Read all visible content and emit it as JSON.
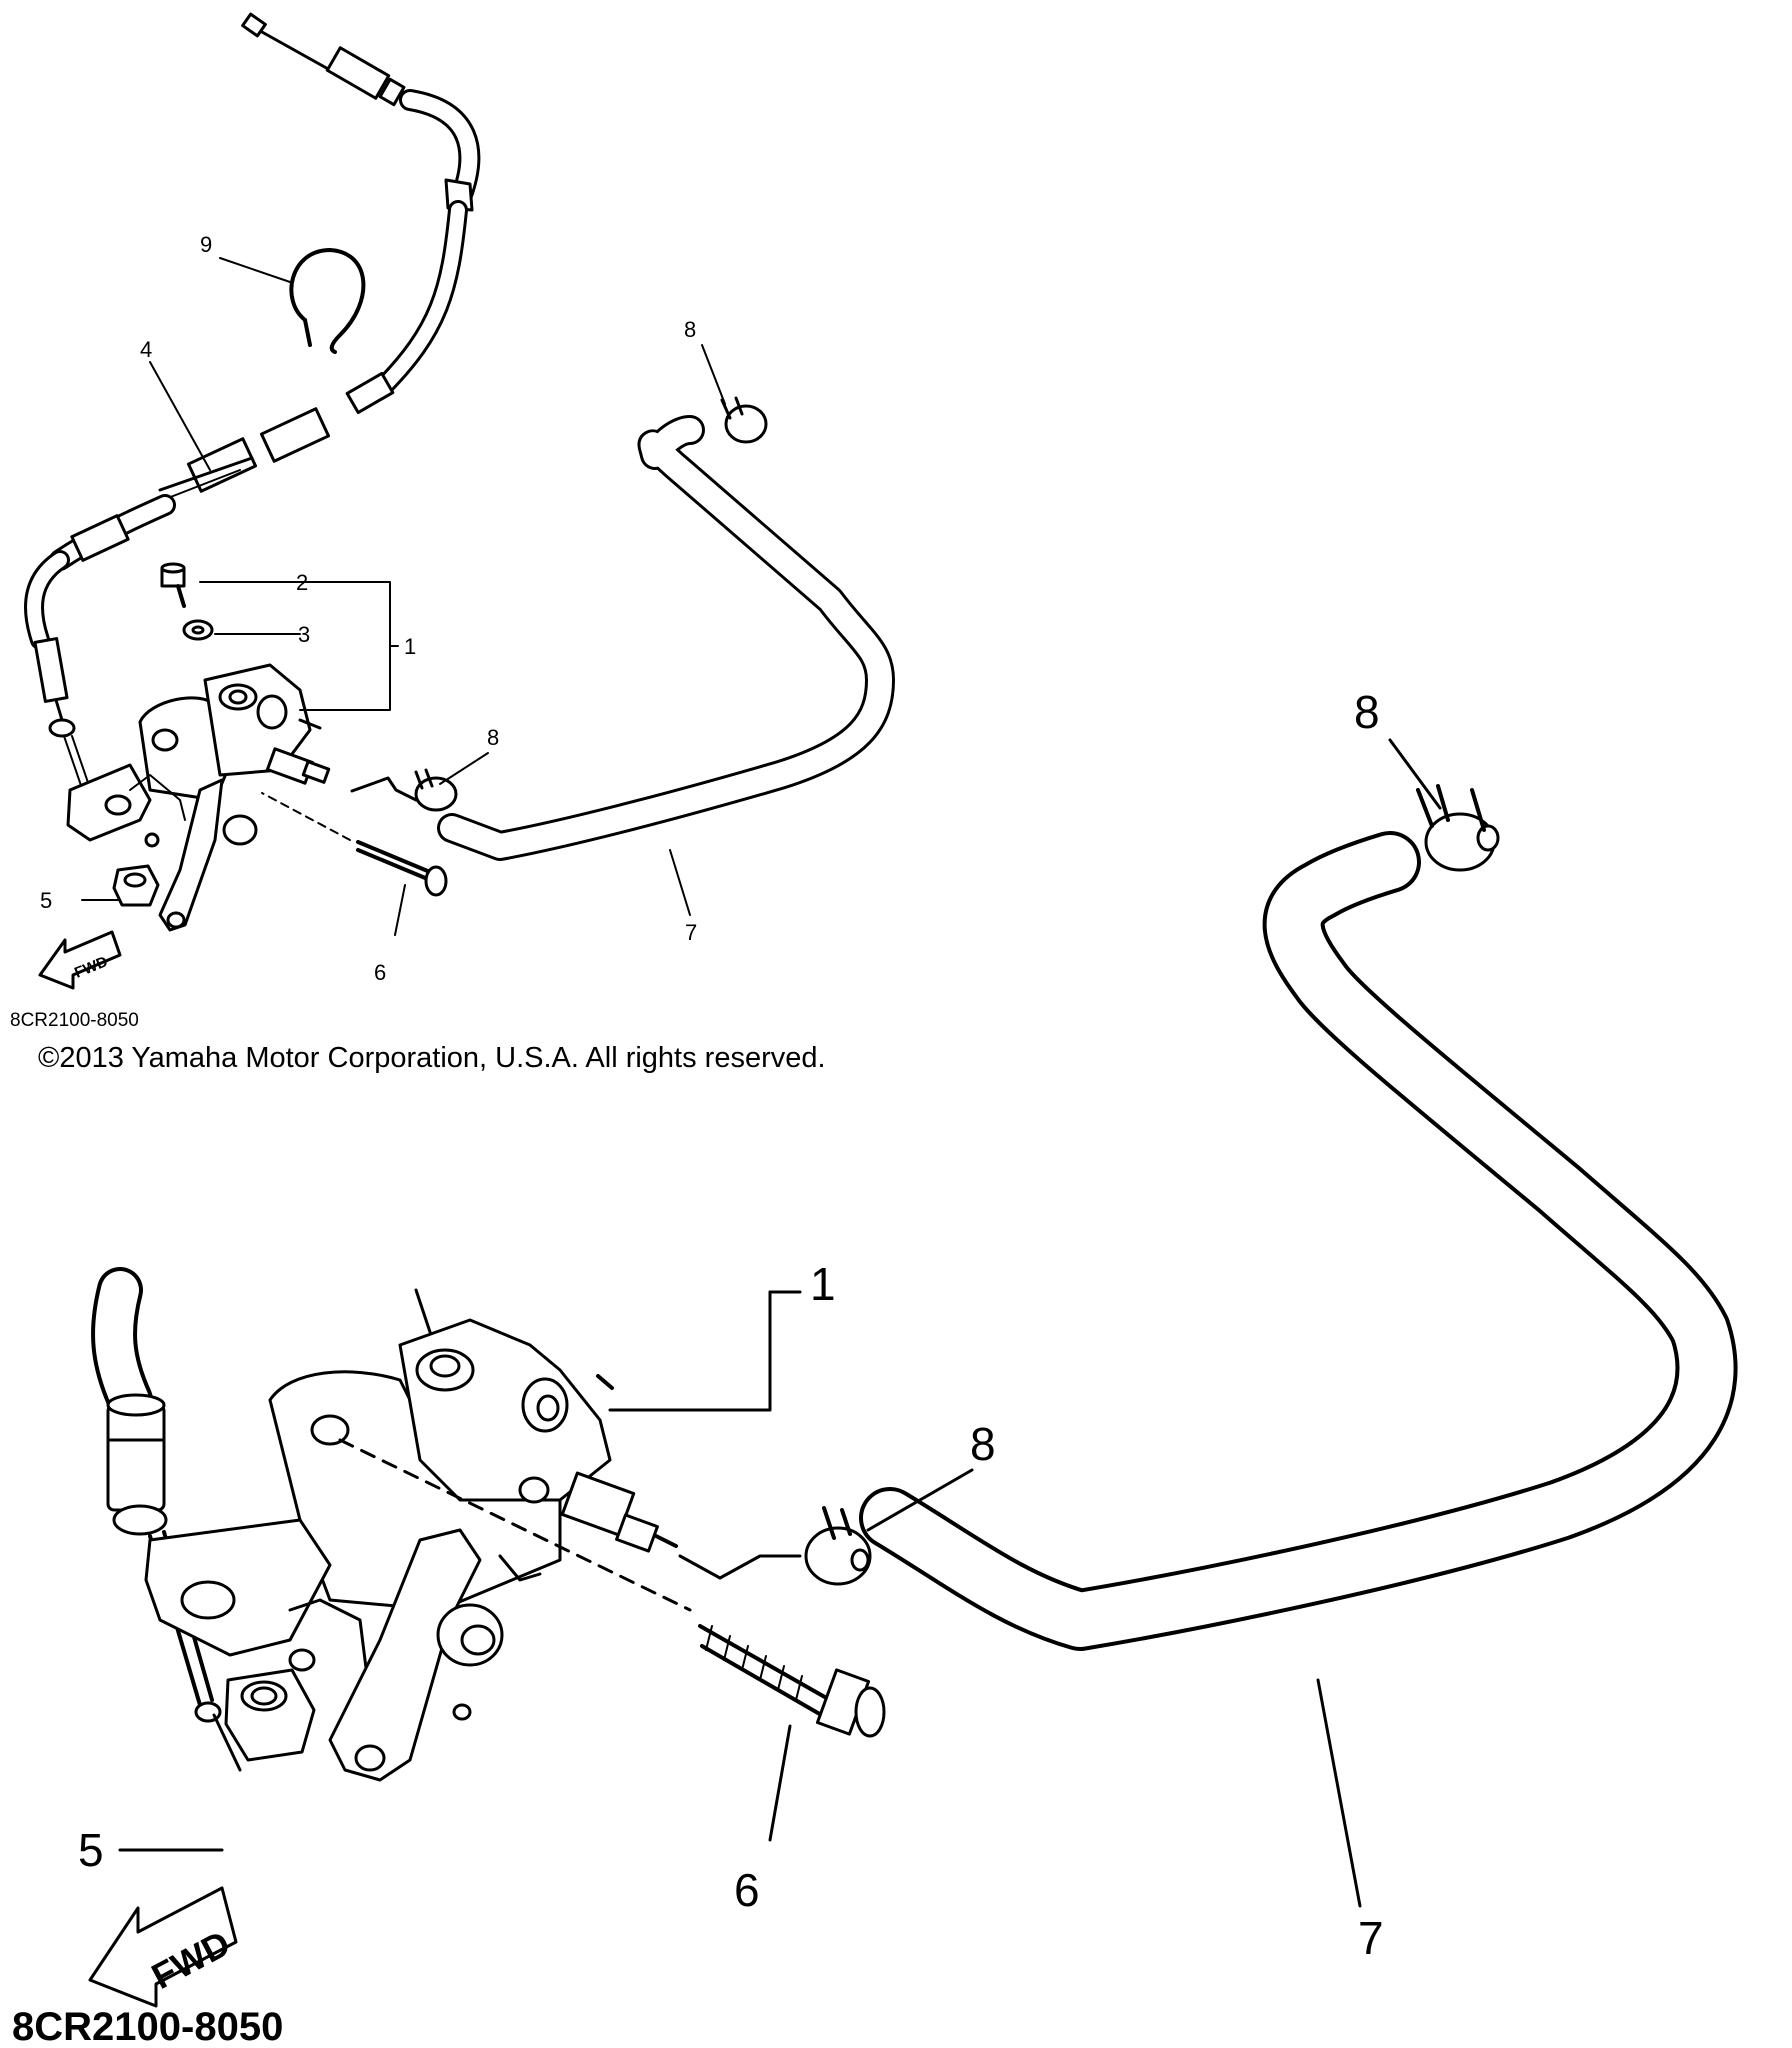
{
  "small_view": {
    "callouts": {
      "c1": "1",
      "c2": "2",
      "c3": "3",
      "c4": "4",
      "c5": "5",
      "c6": "6",
      "c7": "7",
      "c8a": "8",
      "c8b": "8",
      "c9": "9"
    },
    "fwd_label": "FWD",
    "diagram_code": "8CR2100-8050"
  },
  "copyright": "©2013 Yamaha Motor Corporation, U.S.A. All rights reserved.",
  "large_view": {
    "callouts": {
      "c1": "1",
      "c5": "5",
      "c6": "6",
      "c7": "7",
      "c8a": "8",
      "c8b": "8"
    },
    "fwd_label": "FWD",
    "diagram_code": "8CR2100-8050"
  }
}
